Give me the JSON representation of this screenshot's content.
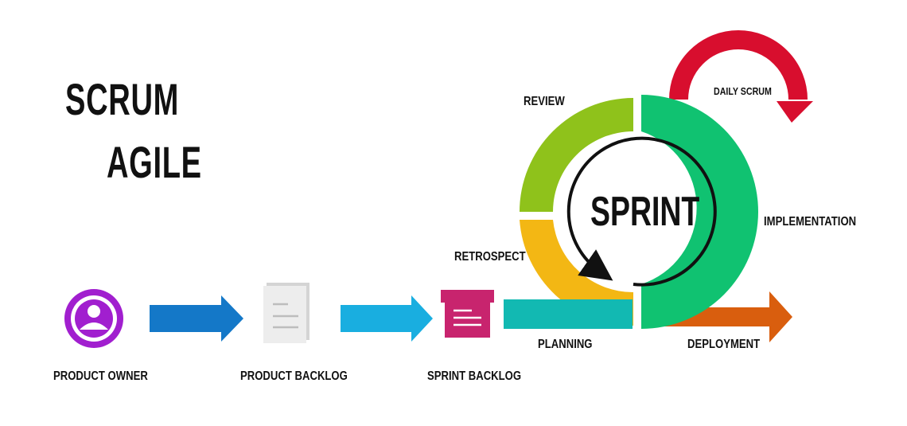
{
  "title": {
    "line1": "SCRUM",
    "line2": "AGILE"
  },
  "center_label": "SPRINT",
  "stages": {
    "product_owner": "PRODUCT OWNER",
    "product_backlog": "PRODUCT BACKLOG",
    "sprint_backlog": "SPRINT BACKLOG"
  },
  "cycle": {
    "review": "REVIEW",
    "daily_scrum": "DAILY SCRUM",
    "implementation": "IMPLEMENTATION",
    "retrospect": "RETROSPECT",
    "planning": "PLANNING",
    "deployment": "DEPLOYMENT"
  },
  "colors": {
    "owner": "#a11fcf",
    "arrow1": "#1478c8",
    "arrow2": "#19aee0",
    "sprint_backlog_box": "#c8246e",
    "review": "#8fc21b",
    "retrospect": "#f3b714",
    "implementation": "#10c271",
    "planning_bar": "#12b9b2",
    "deployment": "#d95e0e",
    "daily_scrum": "#d80e2e"
  },
  "icons": [
    "user-icon",
    "document-icon",
    "archive-box-icon",
    "cycle-arrow-icon"
  ]
}
